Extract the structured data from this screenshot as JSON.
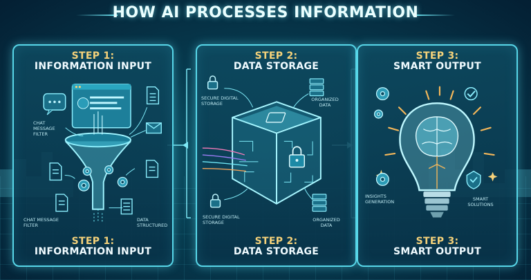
{
  "title": "HOW AI PROCESSES INFORMATION",
  "colors": {
    "accent": "#57d6e8",
    "step_gold": "#f5d27a",
    "bulb": "#f6b85a"
  },
  "panels": [
    {
      "top": {
        "step": "STEP 1:",
        "name": "INFORMATION INPUT"
      },
      "bottom": {
        "step": "STEP 1:",
        "name": "INFORMATION INPUT"
      },
      "labels": {
        "chat_message_filter": "CHAT MESSAGE FILTER",
        "chat_message_filter_2": "CHAT MESSAGE FILTER",
        "data_structured": "DATA STRUCTURED"
      },
      "icons": [
        "chat-bubble-icon",
        "browser-window-icon",
        "document-icon",
        "envelope-icon",
        "funnel-icon",
        "gear-icon",
        "list-icon"
      ]
    },
    {
      "top": {
        "step": "STEP 2:",
        "name": "DATA STORAGE"
      },
      "bottom": {
        "step": "STEP 2:",
        "name": "DATA STORAGE"
      },
      "labels": {
        "secure_storage": "SECURE DIGITAL STORAGE",
        "organized_data": "ORGANIZED DATA",
        "secure_storage_2": "SECURE DIGITAL STORAGE",
        "organized_data_2": "ORGANIZED DATA"
      },
      "icons": [
        "padlock-icon",
        "server-stack-icon",
        "cube-icon"
      ]
    },
    {
      "top": {
        "step": "STEP 3:",
        "name": "SMART OUTPUT"
      },
      "bottom": {
        "step": "STEP 3:",
        "name": "SMART OUTPUT"
      },
      "labels": {
        "insights": "INSIGHTS GENERATION",
        "solutions": "SMART SOLUTIONS"
      },
      "icons": [
        "gear-icon",
        "checkmark-icon",
        "lightbulb-brain-icon"
      ]
    }
  ]
}
